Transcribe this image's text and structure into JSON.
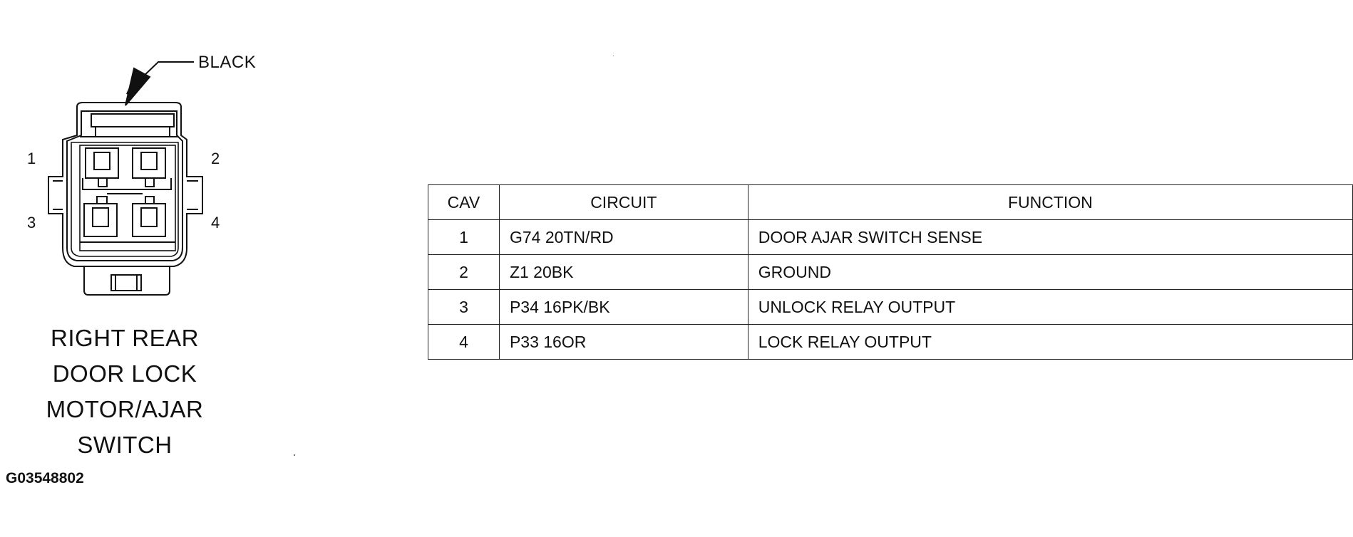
{
  "connector": {
    "color_label": "BLACK",
    "pin_labels": [
      "1",
      "2",
      "3",
      "4"
    ],
    "name_lines": [
      "RIGHT REAR",
      "DOOR LOCK",
      "MOTOR/AJAR",
      "SWITCH"
    ]
  },
  "figure_id": "G03548802",
  "table": {
    "headers": [
      "CAV",
      "CIRCUIT",
      "FUNCTION"
    ],
    "rows": [
      {
        "cav": "1",
        "circuit": "G74 20TN/RD",
        "function": "DOOR AJAR SWITCH SENSE"
      },
      {
        "cav": "2",
        "circuit": "Z1 20BK",
        "function": "GROUND"
      },
      {
        "cav": "3",
        "circuit": "P34 16PK/BK",
        "function": "UNLOCK RELAY OUTPUT"
      },
      {
        "cav": "4",
        "circuit": "P33 16OR",
        "function": "LOCK RELAY OUTPUT"
      }
    ]
  }
}
